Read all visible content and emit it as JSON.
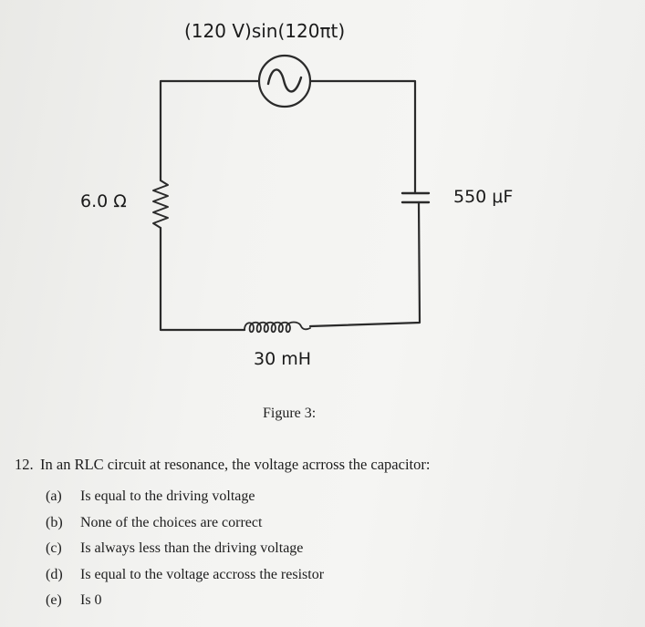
{
  "figure": {
    "source_label": "(120 V)sin(120πt)",
    "resistor_label": "6.0 Ω",
    "capacitor_label": "550 μF",
    "inductor_label": "30 mH",
    "caption": "Figure 3:"
  },
  "question": {
    "number": "12.",
    "text": "In an RLC circuit at resonance, the voltage acrross the capacitor:",
    "choices": [
      {
        "letter": "(a)",
        "text": "Is equal to the driving voltage"
      },
      {
        "letter": "(b)",
        "text": "None of the choices are correct"
      },
      {
        "letter": "(c)",
        "text": "Is always less than the driving voltage"
      },
      {
        "letter": "(d)",
        "text": "Is equal to the voltage accross the resistor"
      },
      {
        "letter": "(e)",
        "text": "Is 0"
      }
    ]
  }
}
